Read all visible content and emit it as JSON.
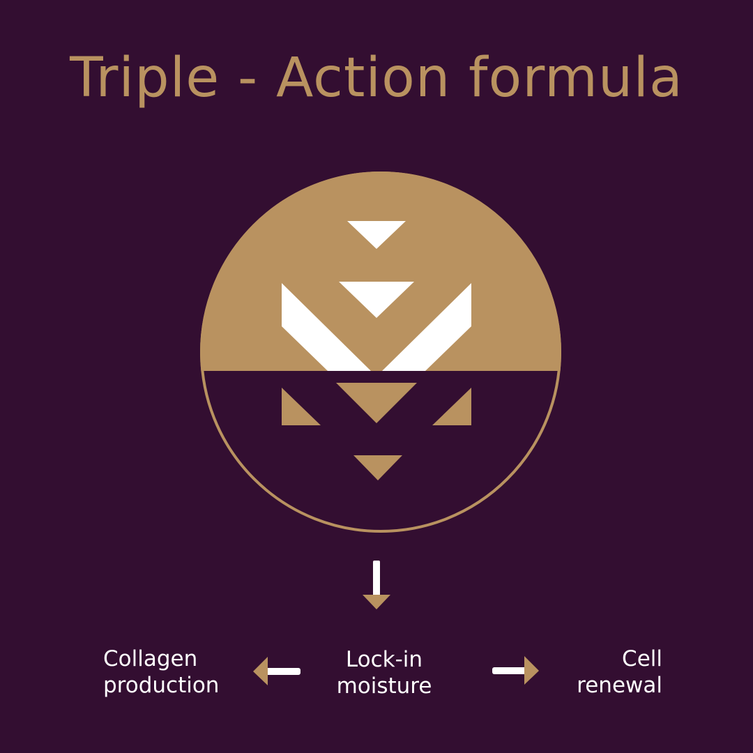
{
  "title": "Triple - Action formula",
  "colors": {
    "background": "#330e31",
    "gold": "#b99260",
    "white": "#ffffff"
  },
  "emblem": {
    "icon": "chevron-emblem-icon"
  },
  "labels": {
    "left": {
      "line1": "Collagen",
      "line2": "production"
    },
    "center": {
      "line1": "Lock-in",
      "line2": "moisture"
    },
    "right": {
      "line1": "Cell",
      "line2": "renewal"
    }
  },
  "arrows": {
    "down": "arrow-down-icon",
    "left": "arrow-left-icon",
    "right": "arrow-right-icon"
  }
}
